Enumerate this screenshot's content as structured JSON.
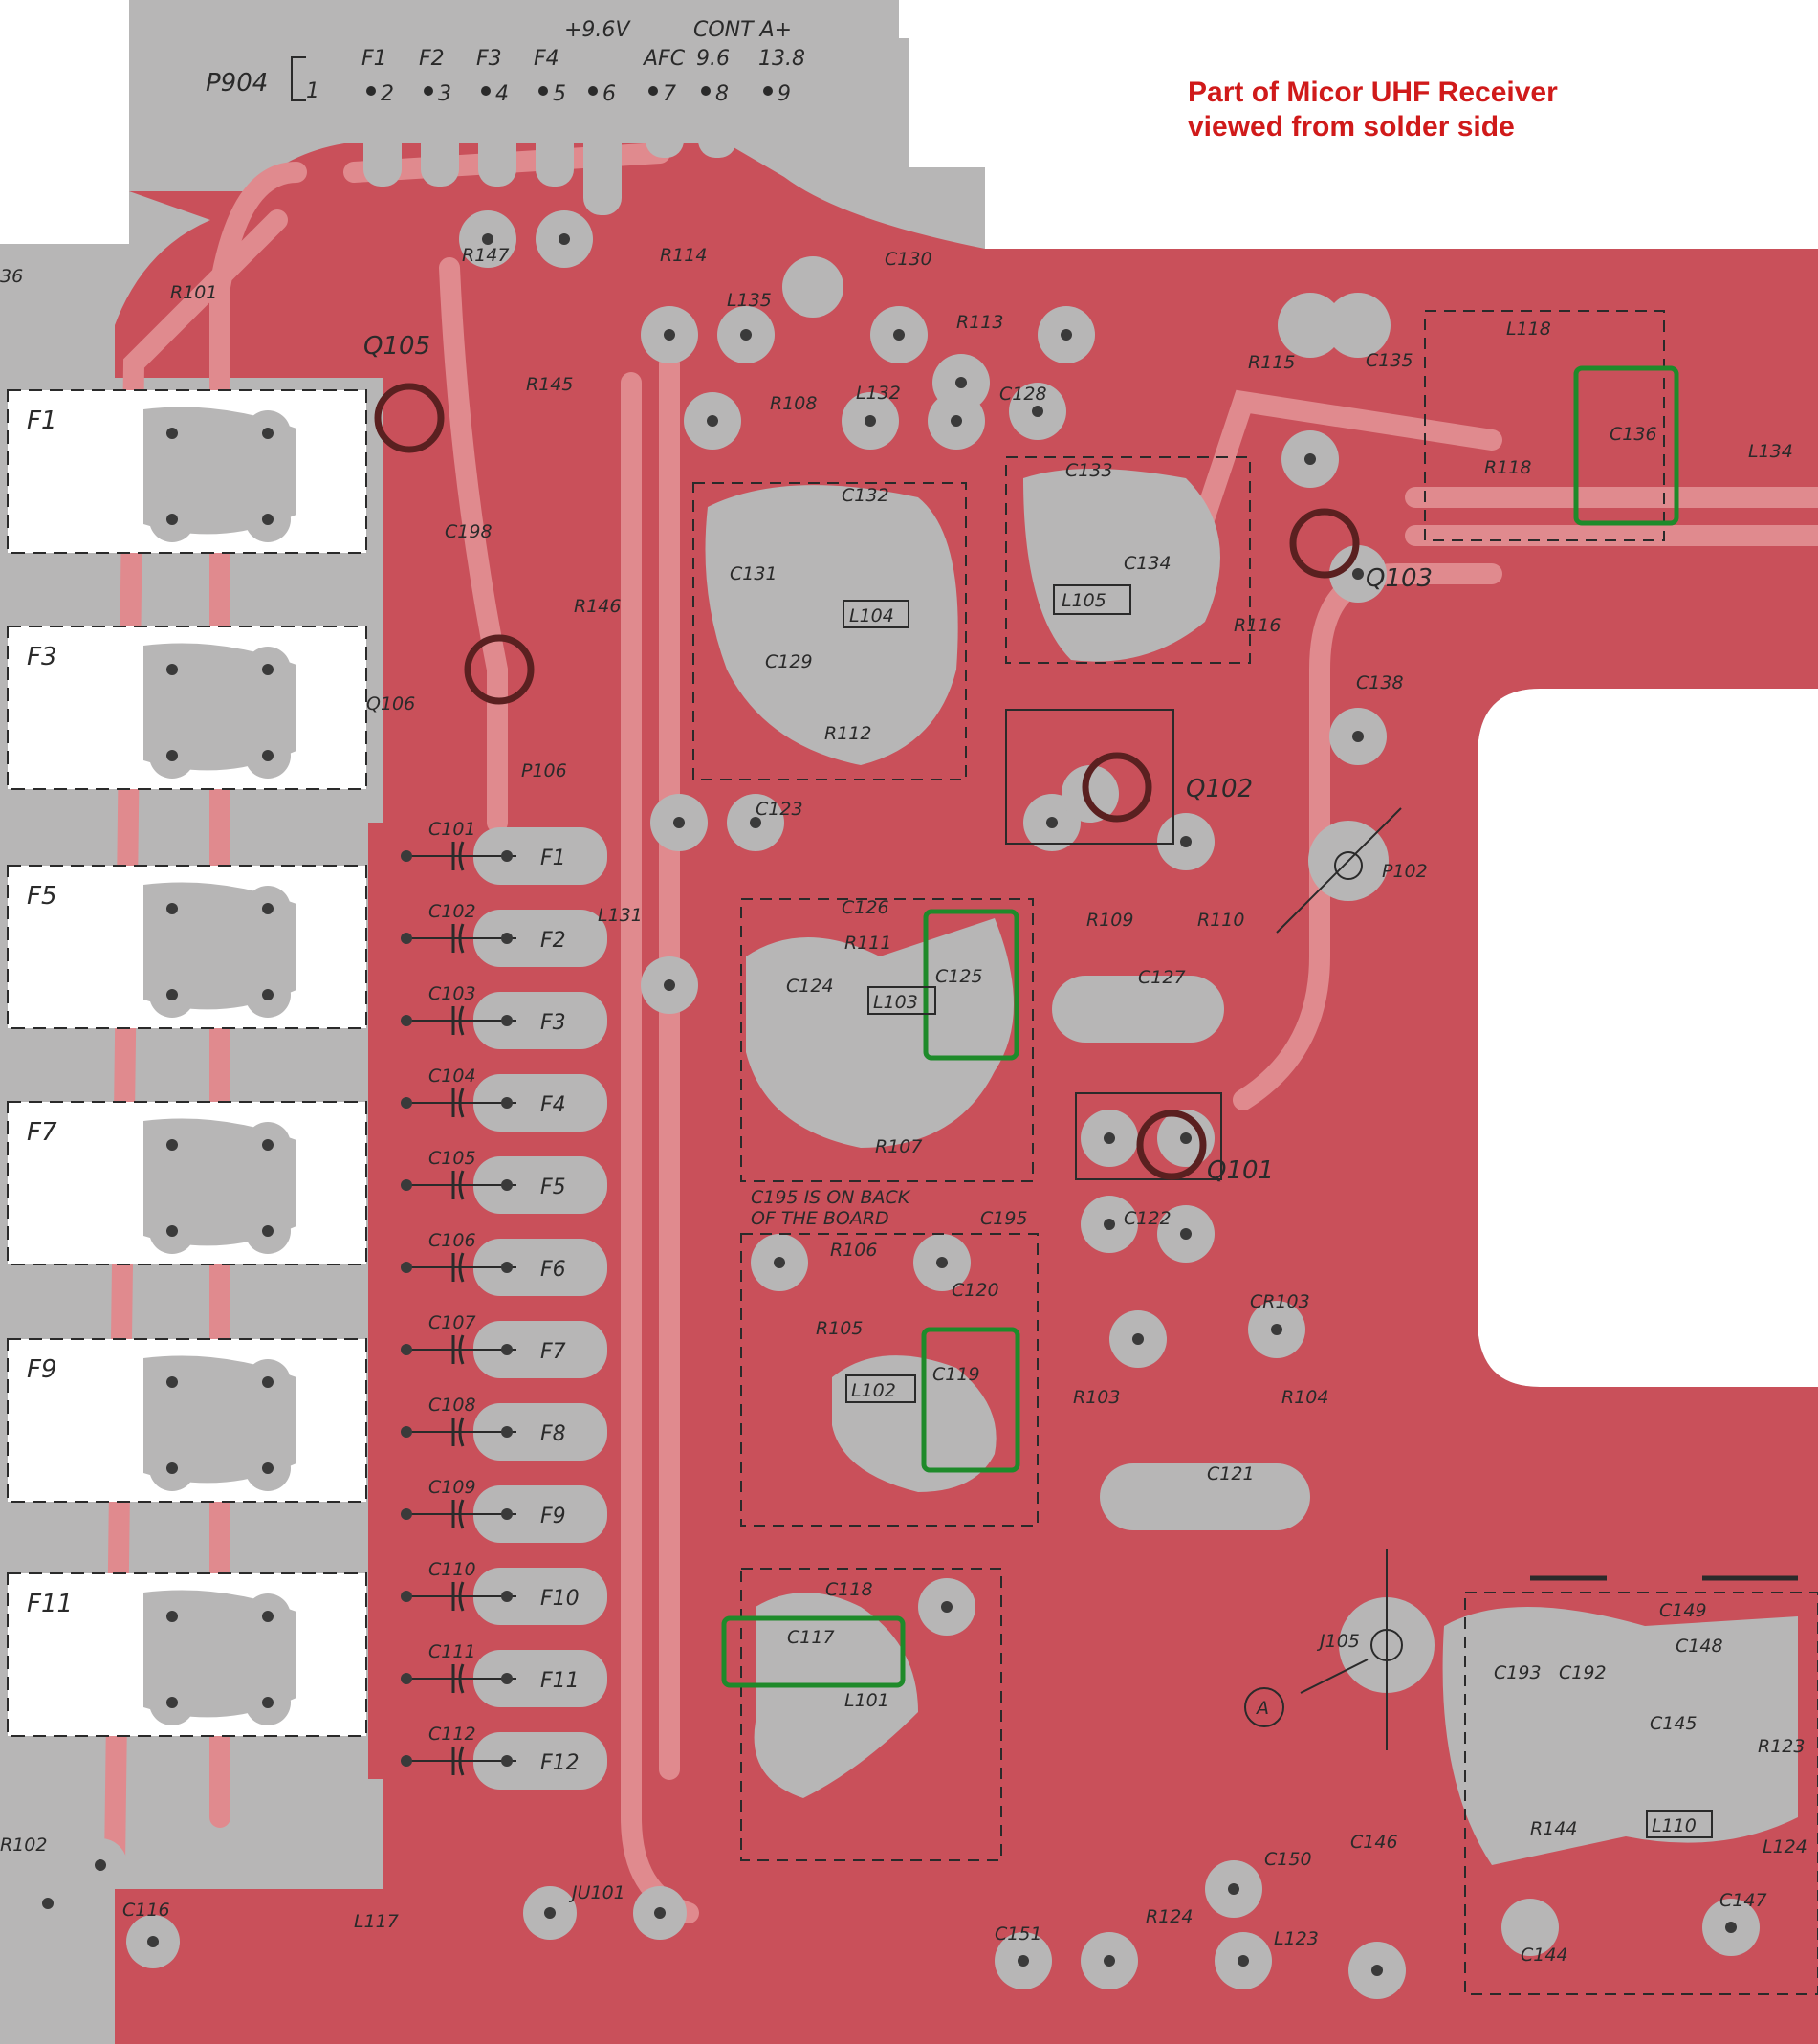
{
  "title": {
    "line1": "Part of Micor UHF Receiver",
    "line2": "viewed from solder side"
  },
  "colors": {
    "board": "#c9505a",
    "trace_light": "#e08a8e",
    "pad_grey": "#b7b6b6",
    "hole": "#3a3a3a",
    "ink": "#2a2a2a",
    "highlight": "#1e8a2a",
    "title_red": "#d01a1a",
    "background": "#ffffff"
  },
  "connector": {
    "ref": "P904",
    "pin1": "1",
    "header_vcc": "+9.6V",
    "header_cont": "CONT A+",
    "pins": [
      {
        "num": "2",
        "label": "F1"
      },
      {
        "num": "3",
        "label": "F2"
      },
      {
        "num": "4",
        "label": "F3"
      },
      {
        "num": "5",
        "label": "F4"
      },
      {
        "num": "6",
        "label": ""
      },
      {
        "num": "7",
        "label": "AFC"
      },
      {
        "num": "8",
        "label": "9.6"
      },
      {
        "num": "9",
        "label": "13.8"
      }
    ]
  },
  "crystal_sockets": [
    "F1",
    "F3",
    "F5",
    "F7",
    "F9",
    "F11"
  ],
  "channel_caps": [
    {
      "cap": "C101",
      "freq": "F1"
    },
    {
      "cap": "C102",
      "freq": "F2"
    },
    {
      "cap": "C103",
      "freq": "F3"
    },
    {
      "cap": "C104",
      "freq": "F4"
    },
    {
      "cap": "C105",
      "freq": "F5"
    },
    {
      "cap": "C106",
      "freq": "F6"
    },
    {
      "cap": "C107",
      "freq": "F7"
    },
    {
      "cap": "C108",
      "freq": "F8"
    },
    {
      "cap": "C109",
      "freq": "F9"
    },
    {
      "cap": "C110",
      "freq": "F10"
    },
    {
      "cap": "C111",
      "freq": "F11"
    },
    {
      "cap": "C112",
      "freq": "F12"
    }
  ],
  "note": {
    "line1": "C195 IS ON BACK",
    "line2": "OF THE BOARD"
  },
  "refs": {
    "r101": "R101",
    "r147": "R147",
    "r114": "R114",
    "c130": "C130",
    "l135": "L135",
    "r113": "R113",
    "r108": "R108",
    "l132": "L132",
    "c128": "C128",
    "r145": "R145",
    "q105": "Q105",
    "c198": "C198",
    "r146": "R146",
    "q106": "Q106",
    "p106": "P106",
    "c132": "C132",
    "c131": "C131",
    "l104": "L104",
    "c129": "C129",
    "r112": "R112",
    "c133": "C133",
    "l105": "L105",
    "c134": "C134",
    "r116": "R116",
    "r115": "R115",
    "c135": "C135",
    "l118": "L118",
    "c136": "C136",
    "r118": "R118",
    "l134": "L134",
    "q103": "Q103",
    "c138": "C138",
    "q102": "Q102",
    "p102": "P102",
    "c123": "C123",
    "l131": "L131",
    "c126": "C126",
    "r111": "R111",
    "c125": "C125",
    "c124": "C124",
    "l103": "L103",
    "r109": "R109",
    "r110": "R110",
    "c127": "C127",
    "q101": "Q101",
    "r107": "R107",
    "c195": "C195",
    "c122": "C122",
    "r106": "R106",
    "c120": "C120",
    "r105": "R105",
    "c119": "C119",
    "cr103": "CR103",
    "l102": "L102",
    "r103": "R103",
    "r104": "R104",
    "c121": "C121",
    "c118": "C118",
    "c117": "C117",
    "l101": "L101",
    "j105": "J105",
    "test_a": "A",
    "c149": "C149",
    "c193": "C193",
    "c192": "C192",
    "c148": "C148",
    "c145": "C145",
    "r123": "R123",
    "r144": "R144",
    "l110": "L110",
    "l124": "L124",
    "r102": "R102",
    "c116": "C116",
    "l117": "L117",
    "ju101": "JU101",
    "c150": "C150",
    "c146": "C146",
    "c151": "C151",
    "r124": "R124",
    "l123": "L123",
    "c147": "C147",
    "c144": "C144",
    "c6": "36"
  },
  "highlighted_parts": [
    "C136",
    "C125",
    "C119",
    "C117"
  ]
}
